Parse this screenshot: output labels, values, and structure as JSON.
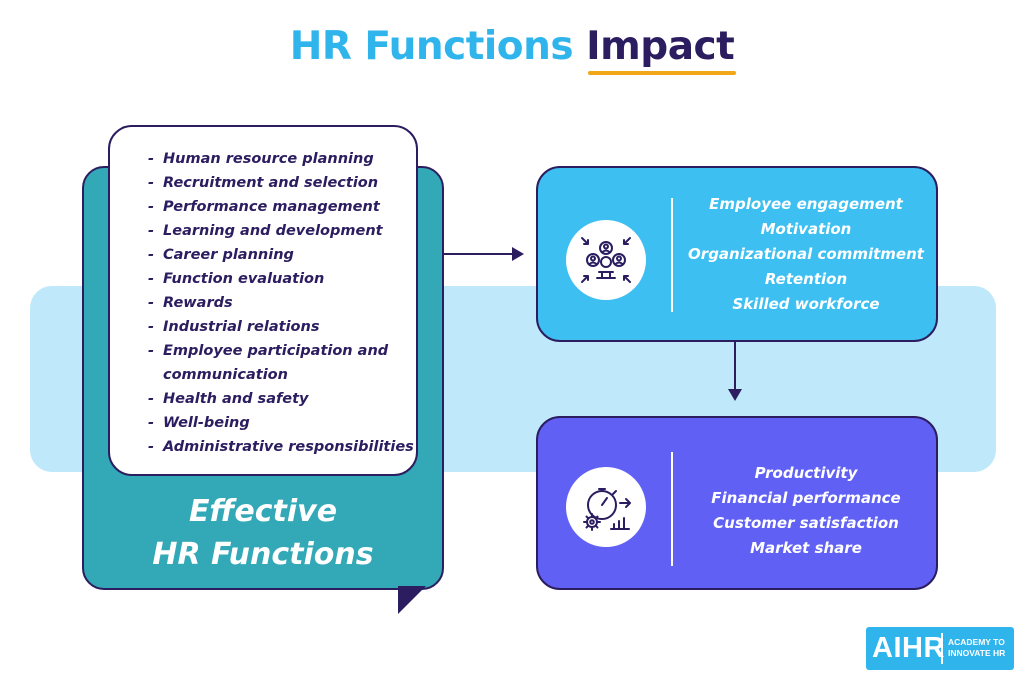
{
  "title": {
    "part1": "HR Functions",
    "part2": "Impact"
  },
  "hr_functions": {
    "items": [
      "Human resource planning",
      "Recruitment and selection",
      "Performance management",
      "Learning and development",
      "Career planning",
      "Function evaluation",
      "Rewards",
      "Industrial relations",
      "Employee participation and",
      "communication",
      "Health and safety",
      "Well-being",
      "Administrative responsibilities"
    ],
    "dash": "-",
    "heading_line1": "Effective",
    "heading_line2": "HR Functions"
  },
  "employee_outcomes": {
    "icon": "people-network-icon",
    "items": [
      "Employee engagement",
      "Motivation",
      "Organizational commitment",
      "Retention",
      "Skilled workforce"
    ]
  },
  "business_outcomes": {
    "icon": "stopwatch-growth-icon",
    "items": [
      "Productivity",
      "Financial performance",
      "Customer satisfaction",
      "Market share"
    ]
  },
  "logo": {
    "name": "AIHR",
    "tagline_line1": "ACADEMY TO",
    "tagline_line2": "INNOVATE HR"
  },
  "colors": {
    "navy": "#2b1d5f",
    "sky": "#2fb4ec",
    "teal": "#33a8b7",
    "light_band": "#bfe9fb",
    "blue_box": "#3dbff1",
    "purple_box": "#6160f4",
    "underline": "#f2a619"
  }
}
